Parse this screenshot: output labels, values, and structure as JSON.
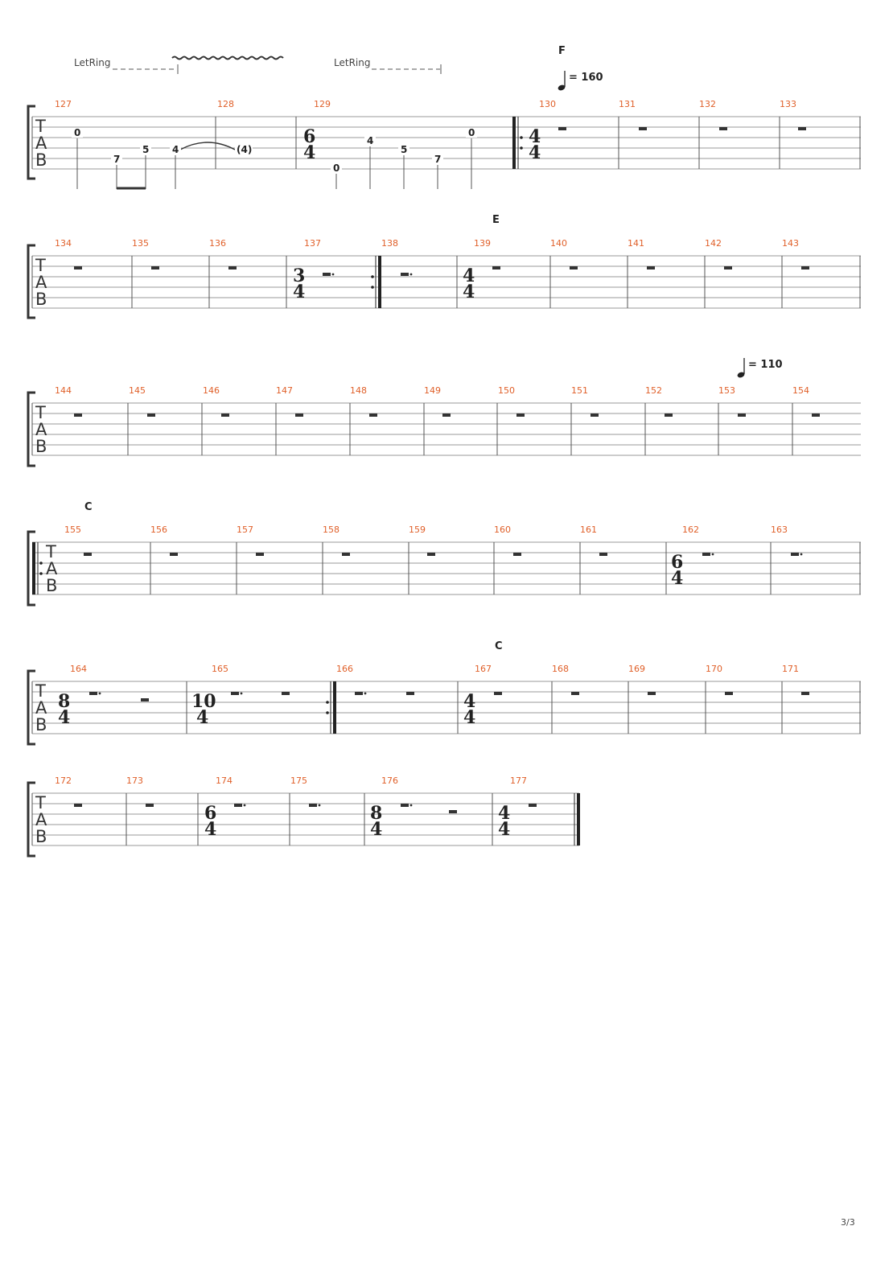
{
  "page_number": "3/3",
  "tab_letters": [
    "T",
    "A",
    "B"
  ],
  "annotations": {
    "letring_label": "LetRing",
    "section_f": "F",
    "section_e": "E",
    "section_c1": "C",
    "section_c2": "C",
    "tempo_160": "= 160",
    "tempo_110": "= 110"
  },
  "systems": [
    {
      "measures": [
        "127",
        "128",
        "129",
        "130",
        "131",
        "132",
        "133"
      ],
      "time_signatures": [
        [
          "6",
          "4"
        ],
        [
          "4",
          "4"
        ]
      ],
      "frets": [
        "0",
        "7",
        "5",
        "4",
        "(4)",
        "0",
        "4",
        "5",
        "7",
        "0"
      ]
    },
    {
      "measures": [
        "134",
        "135",
        "136",
        "137",
        "138",
        "139",
        "140",
        "141",
        "142",
        "143"
      ],
      "time_signatures": [
        [
          "3",
          "4"
        ],
        [
          "4",
          "4"
        ]
      ]
    },
    {
      "measures": [
        "144",
        "145",
        "146",
        "147",
        "148",
        "149",
        "150",
        "151",
        "152",
        "153",
        "154"
      ]
    },
    {
      "measures": [
        "155",
        "156",
        "157",
        "158",
        "159",
        "160",
        "161",
        "162",
        "163"
      ],
      "time_signatures": [
        [
          "6",
          "4"
        ]
      ]
    },
    {
      "measures": [
        "164",
        "165",
        "166",
        "167",
        "168",
        "169",
        "170",
        "171"
      ],
      "time_signatures": [
        [
          "8",
          "4"
        ],
        [
          "10",
          "4"
        ],
        [
          "4",
          "4"
        ]
      ]
    },
    {
      "measures": [
        "172",
        "173",
        "174",
        "175",
        "176",
        "177"
      ],
      "time_signatures": [
        [
          "6",
          "4"
        ],
        [
          "8",
          "4"
        ],
        [
          "4",
          "4"
        ]
      ]
    }
  ]
}
